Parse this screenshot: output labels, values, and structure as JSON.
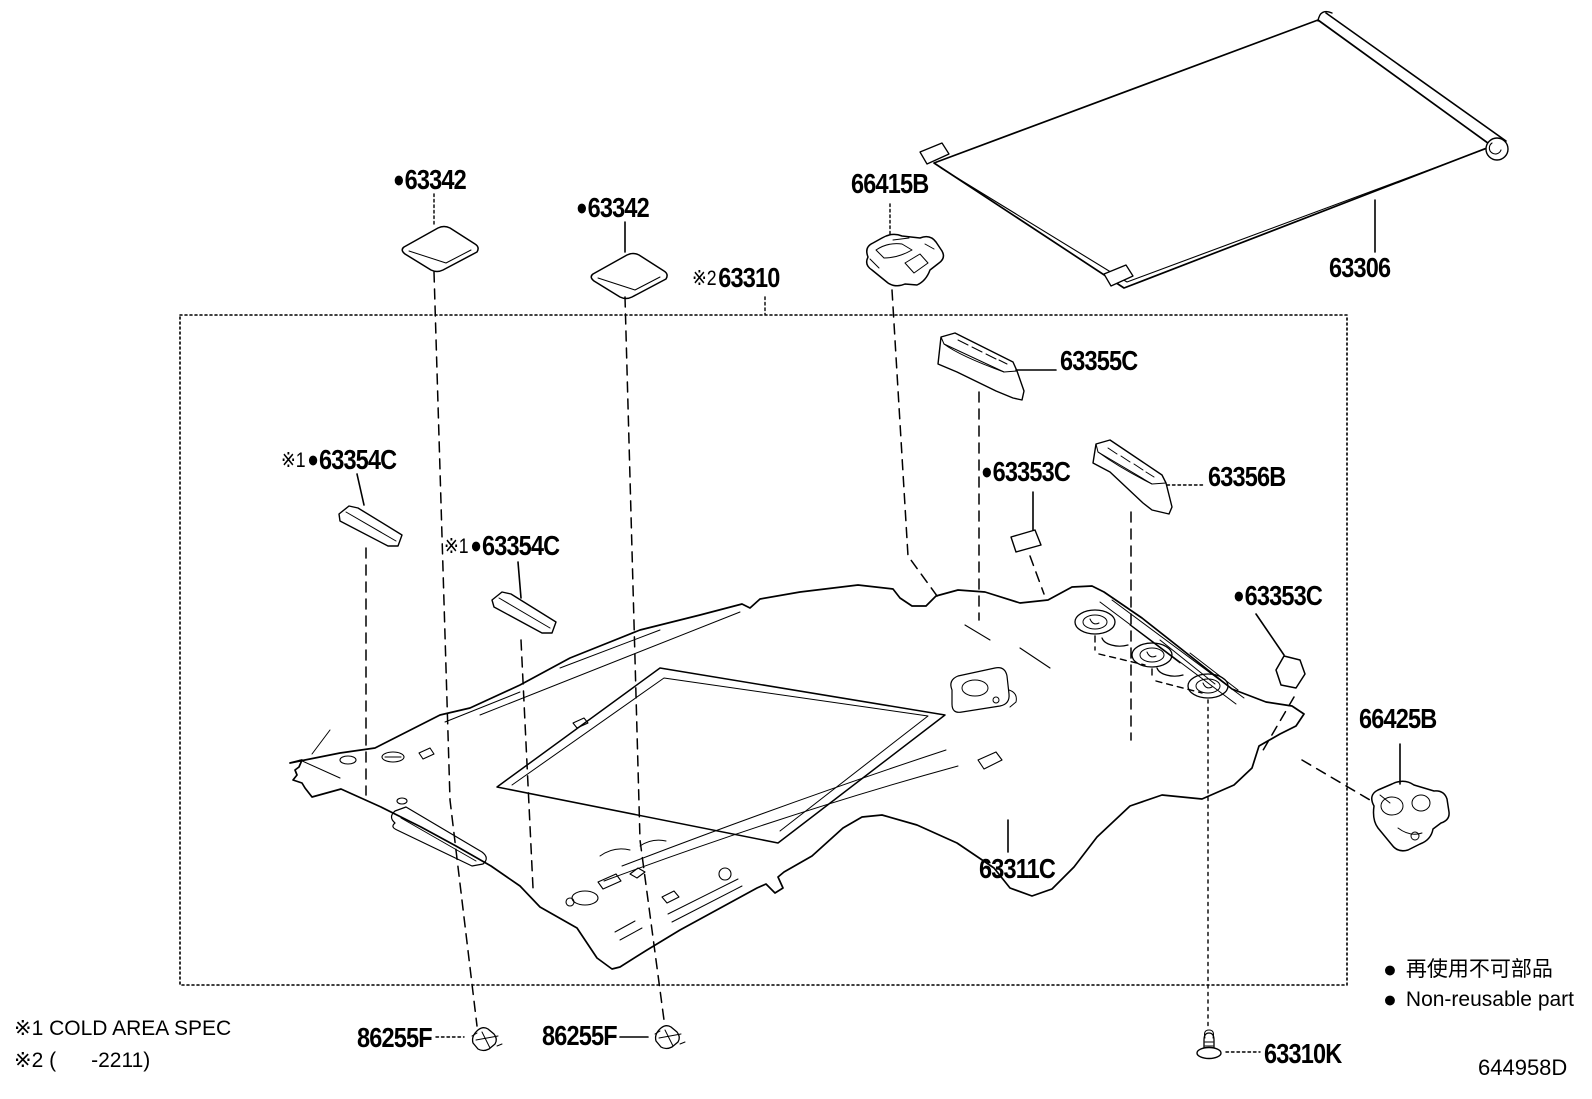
{
  "page": {
    "drawing_number": "644958D",
    "footnotes": [
      "※1 COLD AREA SPEC",
      "※2 (      -2211)"
    ],
    "legend": {
      "bullet": "●",
      "line1_jp": "再使用不可部品",
      "line2_en": "Non-reusable part"
    }
  },
  "labels": {
    "p63342_1": {
      "bullet": "●",
      "number": "63342"
    },
    "p63342_2": {
      "bullet": "●",
      "number": "63342"
    },
    "p66415b": {
      "number": "66415B"
    },
    "p63306": {
      "number": "63306"
    },
    "p63310": {
      "prefix": "※2",
      "number": "63310"
    },
    "p63355c": {
      "number": "63355C"
    },
    "p63354c_1": {
      "prefix": "※1",
      "bullet": "●",
      "number": "63354C"
    },
    "p63354c_2": {
      "prefix": "※1",
      "bullet": "●",
      "number": "63354C"
    },
    "p63353c_1": {
      "bullet": "●",
      "number": "63353C"
    },
    "p63356b": {
      "number": "63356B"
    },
    "p63353c_2": {
      "bullet": "●",
      "number": "63353C"
    },
    "p66425b": {
      "number": "66425B"
    },
    "p63311c": {
      "number": "63311C"
    },
    "p86255f_1": {
      "number": "86255F"
    },
    "p86255f_2": {
      "number": "86255F"
    },
    "p63310k": {
      "number": "63310K"
    }
  }
}
